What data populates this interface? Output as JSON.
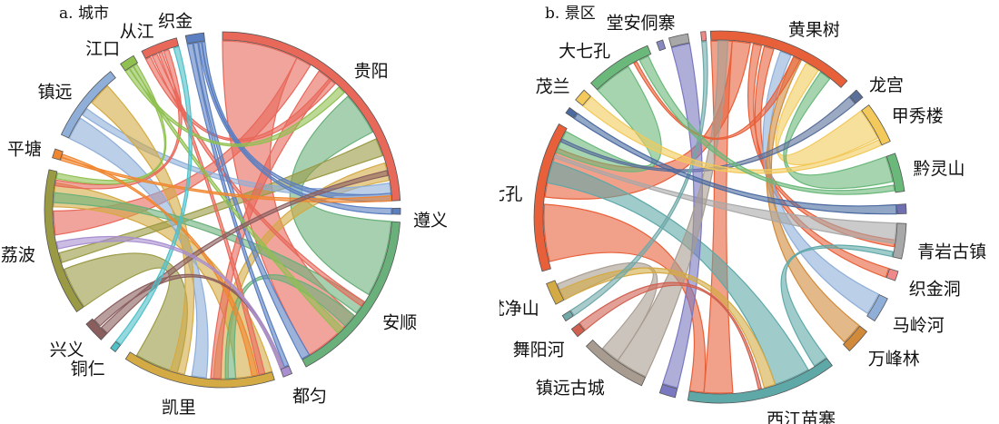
{
  "panels": [
    {
      "title": "a. 城市",
      "segments": [
        {
          "label": "贵阳",
          "start": 0,
          "end": 87,
          "color": "#e8685a"
        },
        {
          "label": "遵义",
          "start": 89.5,
          "end": 91.5,
          "color": "#5b7fc0"
        },
        {
          "label": "安顺",
          "start": 94,
          "end": 152,
          "color": "#6ab07a"
        },
        {
          "label": "都匀",
          "start": 157,
          "end": 160,
          "color": "#a98fd0"
        },
        {
          "label": "凯里",
          "start": 163,
          "end": 213,
          "color": "#d4aa45"
        },
        {
          "label": "铜仁",
          "start": 217,
          "end": 219,
          "color": "#4fc0c8"
        },
        {
          "label": "兴义",
          "start": 223,
          "end": 230,
          "color": "#8b5e5e"
        },
        {
          "label": "荔波",
          "start": 235,
          "end": 283,
          "color": "#9a9a45"
        },
        {
          "label": "平塘",
          "start": 287,
          "end": 290,
          "color": "#f0862f"
        },
        {
          "label": "镇远",
          "start": 295,
          "end": 321,
          "color": "#8fafd8"
        },
        {
          "label": "江口",
          "start": 325,
          "end": 330,
          "color": "#8fc050"
        },
        {
          "label": "从江",
          "start": 333,
          "end": 345,
          "color": "#e8685a"
        },
        {
          "label": "织金",
          "start": 348,
          "end": 354,
          "color": "#5b7fc0"
        }
      ],
      "links": [
        {
          "s": 0,
          "a": [
            0,
            0.3
          ],
          "t": 2,
          "b": [
            0.6,
            0.95
          ]
        },
        {
          "s": 2,
          "a": [
            0,
            0.45
          ],
          "t": 0,
          "b": [
            0.55,
            0.72
          ]
        },
        {
          "s": 0,
          "a": [
            0.3,
            0.36
          ],
          "t": 7,
          "b": [
            0.55,
            0.72
          ]
        },
        {
          "s": 7,
          "a": [
            0,
            0.3
          ],
          "t": 4,
          "b": [
            0.65,
            0.95
          ]
        },
        {
          "s": 4,
          "a": [
            0,
            0.25
          ],
          "t": 7,
          "b": [
            0.75,
            0.92
          ]
        },
        {
          "s": 4,
          "a": [
            0.3,
            0.4
          ],
          "t": 0,
          "b": [
            0.85,
            0.92
          ]
        },
        {
          "s": 7,
          "a": [
            0.35,
            0.42
          ],
          "t": 0,
          "b": [
            0.75,
            0.82
          ]
        },
        {
          "s": 9,
          "a": [
            0,
            0.3
          ],
          "t": 4,
          "b": [
            0.45,
            0.55
          ]
        },
        {
          "s": 9,
          "a": [
            0.35,
            0.45
          ],
          "t": 0,
          "b": [
            0.93,
            0.97
          ]
        },
        {
          "s": 4,
          "a": [
            0.6,
            0.7
          ],
          "t": 9,
          "b": [
            0.55,
            0.85
          ]
        },
        {
          "s": 2,
          "a": [
            0.5,
            0.58
          ],
          "t": 7,
          "b": [
            0.78,
            0.85
          ]
        },
        {
          "s": 2,
          "a": [
            0.6,
            0.68
          ],
          "t": 4,
          "b": [
            0.25,
            0.32
          ]
        },
        {
          "s": 0,
          "a": [
            0.4,
            0.46
          ],
          "t": 4,
          "b": [
            0.35,
            0.42
          ]
        },
        {
          "s": 11,
          "a": [
            0,
            0.15
          ],
          "t": 0,
          "b": [
            0.45,
            0.48
          ]
        },
        {
          "s": 11,
          "a": [
            0.2,
            0.35
          ],
          "t": 2,
          "b": [
            0.5,
            0.53
          ]
        },
        {
          "s": 11,
          "a": [
            0.4,
            0.5
          ],
          "t": 4,
          "b": [
            0.05,
            0.09
          ]
        },
        {
          "s": 11,
          "a": [
            0.55,
            0.7
          ],
          "t": 7,
          "b": [
            0.9,
            0.94
          ]
        },
        {
          "s": 12,
          "a": [
            0,
            0.3
          ],
          "t": 3,
          "b": [
            0,
            0.5
          ]
        },
        {
          "s": 12,
          "a": [
            0.35,
            0.6
          ],
          "t": 2,
          "b": [
            0.95,
            1
          ]
        },
        {
          "s": 12,
          "a": [
            0.65,
            0.8
          ],
          "t": 1,
          "b": [
            0,
            1
          ]
        },
        {
          "s": 12,
          "a": [
            0.85,
            1
          ],
          "t": 0,
          "b": [
            0.97,
            1
          ]
        },
        {
          "s": 10,
          "a": [
            0,
            0.3
          ],
          "t": 0,
          "b": [
            0.5,
            0.53
          ]
        },
        {
          "s": 10,
          "a": [
            0.35,
            0.6
          ],
          "t": 2,
          "b": [
            0.7,
            0.74
          ]
        },
        {
          "s": 10,
          "a": [
            0.65,
            0.9
          ],
          "t": 7,
          "b": [
            0.95,
            0.99
          ]
        },
        {
          "s": 8,
          "a": [
            0,
            0.3
          ],
          "t": 0,
          "b": [
            0.98,
            1
          ]
        },
        {
          "s": 8,
          "a": [
            0.4,
            0.7
          ],
          "t": 4,
          "b": [
            0.1,
            0.14
          ]
        },
        {
          "s": 6,
          "a": [
            0,
            0.4
          ],
          "t": 0,
          "b": [
            0.88,
            0.9
          ]
        },
        {
          "s": 6,
          "a": [
            0.5,
            0.9
          ],
          "t": 3,
          "b": [
            0.6,
            1
          ]
        },
        {
          "s": 5,
          "a": [
            0,
            1
          ],
          "t": 11,
          "b": [
            0.85,
            1
          ]
        },
        {
          "s": 3,
          "a": [
            0.6,
            1
          ],
          "t": 7,
          "b": [
            0.45,
            0.5
          ]
        }
      ]
    },
    {
      "title": "b. 景区",
      "segments": [
        {
          "label": "黄果树",
          "start": -3,
          "end": 43,
          "color": "#e8603a"
        },
        {
          "label": "龙宫",
          "start": 47,
          "end": 50,
          "color": "#5a6f9a"
        },
        {
          "label": "甲秀楼",
          "start": 53,
          "end": 66,
          "color": "#f2c95a"
        },
        {
          "label": "黔灵山",
          "start": 70,
          "end": 82,
          "color": "#6ab87a"
        },
        {
          "label": "",
          "start": 86,
          "end": 89,
          "color": "#7070b0"
        },
        {
          "label": "青岩古镇",
          "start": 92,
          "end": 103,
          "color": "#a8a8a8"
        },
        {
          "label": "织金洞",
          "start": 107,
          "end": 110,
          "color": "#f08a8a"
        },
        {
          "label": "马岭河",
          "start": 116,
          "end": 124,
          "color": "#8fafd8"
        },
        {
          "label": "万峰林",
          "start": 128,
          "end": 136,
          "color": "#d08a3a"
        },
        {
          "label": "西江苗寨",
          "start": 143,
          "end": 190,
          "color": "#5fa8a8"
        },
        {
          "label": "",
          "start": 194,
          "end": 199,
          "color": "#7a78c0"
        },
        {
          "label": "镇远古城",
          "start": 205,
          "end": 226,
          "color": "#a89c90"
        },
        {
          "label": "舞阳河",
          "start": 230,
          "end": 233,
          "color": "#d06050"
        },
        {
          "label": "",
          "start": 236,
          "end": 238,
          "color": "#70a8a8"
        },
        {
          "label": "梵净山",
          "start": 242,
          "end": 249,
          "color": "#d4aa45"
        },
        {
          "label": "小七孔",
          "start": 253,
          "end": 300,
          "color": "#e8603a"
        },
        {
          "label": "",
          "start": 304,
          "end": 306,
          "color": "#4a6aa0"
        },
        {
          "label": "茂兰",
          "start": 309,
          "end": 313,
          "color": "#f2c95a"
        },
        {
          "label": "大七孔",
          "start": 316,
          "end": 337,
          "color": "#6ab87a"
        },
        {
          "label": "",
          "start": 340,
          "end": 342,
          "color": "#8888c0"
        },
        {
          "label": "堂安侗寨",
          "start": 344,
          "end": 350,
          "color": "#a8a8a8"
        },
        {
          "label": "",
          "start": 354,
          "end": 355.5,
          "color": "#f08a8a"
        }
      ],
      "links": [
        {
          "s": 0,
          "a": [
            0,
            0.15
          ],
          "t": 9,
          "b": [
            0.7,
            0.9
          ]
        },
        {
          "s": 15,
          "a": [
            0.05,
            0.45
          ],
          "t": 9,
          "b": [
            0.9,
            1
          ]
        },
        {
          "s": 15,
          "a": [
            0.5,
            0.85
          ],
          "t": 0,
          "b": [
            0.15,
            0.28
          ]
        },
        {
          "s": 9,
          "a": [
            0.15,
            0.4
          ],
          "t": 15,
          "b": [
            0.6,
            0.75
          ]
        },
        {
          "s": 18,
          "a": [
            0,
            0.6
          ],
          "t": 15,
          "b": [
            0.82,
            0.98
          ]
        },
        {
          "s": 0,
          "a": [
            0.3,
            0.36
          ],
          "t": 5,
          "b": [
            0.5,
            0.7
          ]
        },
        {
          "s": 0,
          "a": [
            0.38,
            0.45
          ],
          "t": 6,
          "b": [
            0,
            1
          ]
        },
        {
          "s": 7,
          "a": [
            0,
            0.9
          ],
          "t": 0,
          "b": [
            0.5,
            0.58
          ]
        },
        {
          "s": 8,
          "a": [
            0,
            0.9
          ],
          "t": 0,
          "b": [
            0.6,
            0.66
          ]
        },
        {
          "s": 2,
          "a": [
            0,
            0.8
          ],
          "t": 0,
          "b": [
            0.7,
            0.8
          ]
        },
        {
          "s": 3,
          "a": [
            0,
            0.7
          ],
          "t": 0,
          "b": [
            0.82,
            0.9
          ]
        },
        {
          "s": 5,
          "a": [
            0,
            0.6
          ],
          "t": 15,
          "b": [
            0.78,
            0.8
          ]
        },
        {
          "s": 1,
          "a": [
            0,
            1
          ],
          "t": 15,
          "b": [
            0.9,
            0.92
          ]
        },
        {
          "s": 10,
          "a": [
            0,
            1
          ],
          "t": 20,
          "b": [
            0,
            1
          ]
        },
        {
          "s": 11,
          "a": [
            0,
            0.5
          ],
          "t": 0,
          "b": [
            0.05,
            0.12
          ]
        },
        {
          "s": 11,
          "a": [
            0.5,
            0.8
          ],
          "t": 14,
          "b": [
            0,
            0.8
          ]
        },
        {
          "s": 14,
          "a": [
            0,
            0.5
          ],
          "t": 9,
          "b": [
            0.4,
            0.48
          ]
        },
        {
          "s": 12,
          "a": [
            0,
            1
          ],
          "t": 9,
          "b": [
            0.5,
            0.52
          ]
        },
        {
          "s": 13,
          "a": [
            0,
            1
          ],
          "t": 21,
          "b": [
            0,
            1
          ]
        },
        {
          "s": 16,
          "a": [
            0,
            1
          ],
          "t": 4,
          "b": [
            0,
            1
          ]
        },
        {
          "s": 17,
          "a": [
            0,
            1
          ],
          "t": 2,
          "b": [
            0.85,
            1
          ]
        },
        {
          "s": 9,
          "a": [
            0,
            0.1
          ],
          "t": 5,
          "b": [
            0.85,
            1
          ]
        },
        {
          "s": 0,
          "a": [
            0.6,
            0.65
          ],
          "t": 18,
          "b": [
            0.7,
            0.75
          ]
        },
        {
          "s": 18,
          "a": [
            0.8,
            0.95
          ],
          "t": 3,
          "b": [
            0.8,
            0.95
          ]
        }
      ]
    }
  ]
}
